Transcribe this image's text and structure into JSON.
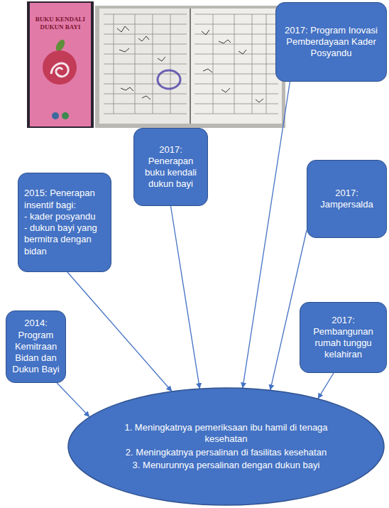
{
  "diagram": {
    "nodes": [
      {
        "text": [
          "2017: Program Inovasi Pemberdayaan Kader Posyandu"
        ]
      },
      {
        "text": [
          "2017: Penerapan buku kendali dukun bayi"
        ]
      },
      {
        "text": [
          "2017: Jampersalda"
        ]
      },
      {
        "text": [
          "2015: Penerapan insentif bagi:",
          "- kader posyandu",
          "- dukun bayi yang bermitra dengan bidan"
        ]
      },
      {
        "text": [
          "2014: Program Kemitraan Bidan dan Dukun Bayi"
        ]
      },
      {
        "text": [
          "2017: Pembangunan rumah tunggu kelahiran"
        ]
      },
      {
        "text": [
          "1. Meningkatnya pemeriksaan ibu hamil di tenaga kesehatan",
          "2. Meningkatnya persalinan di fasilitas kesehatan",
          "3. Menurunnya persalinan dengan dukun bayi"
        ]
      }
    ],
    "edges": [
      {
        "from": 4,
        "to": 6,
        "arrow": "to"
      },
      {
        "from": 3,
        "to": 6,
        "arrow": "to"
      },
      {
        "from": 1,
        "to": 6,
        "arrow": "to"
      },
      {
        "from": 0,
        "to": 6,
        "arrow": "to"
      },
      {
        "from": 2,
        "to": 6,
        "arrow": "to"
      },
      {
        "from": 5,
        "to": 6,
        "arrow": "to"
      }
    ],
    "labels": [
      "BUKU KENDALI DUKUN BAYI"
    ]
  }
}
